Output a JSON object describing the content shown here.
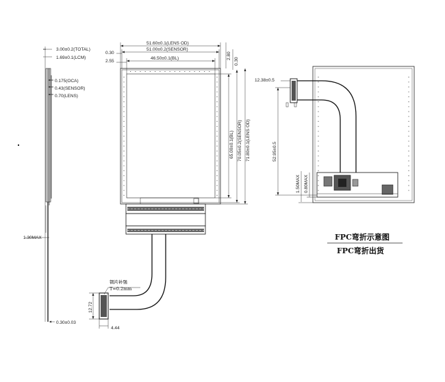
{
  "side_view": {
    "dims": {
      "total": "3.00±0.2(TOTAL)",
      "lcm": "1.69±0.1(LCM)",
      "oca": "0.175(OCA)",
      "sensor": "0.43(SENSOR)",
      "lens": "0.70(LENS)",
      "max": "1.30MAX",
      "fpc": "0.30±0.03"
    }
  },
  "front_view": {
    "dims": {
      "lens_od": "51.60±0.1(LENS OD)",
      "sensor_w": "51.00±0.2(SENSOR)",
      "bl_w": "46.50±0.1(BL)",
      "left_030": "0.30",
      "left_255": "2.55",
      "right_280": "2.80",
      "right_030": "0.30",
      "bl_h": "65.00±0.1(BL)",
      "sensor_h": "70.05±0.2(SENSOR)",
      "lens_h": "71.80±0.1(LENS OD)",
      "fpc_h": "12.72",
      "fpc_w": "4.44"
    },
    "stiffener_note": {
      "line1": "铜片补强",
      "line2": "T=0.2mm"
    }
  },
  "back_view": {
    "dims": {
      "conn": "12.38±0.5",
      "length": "52.95±0.5",
      "max150": "1.50MAX",
      "max080": "0.80MAX"
    }
  },
  "caption": {
    "line1": "FPC弯折示意图",
    "line2": "FPC弯折出货"
  }
}
